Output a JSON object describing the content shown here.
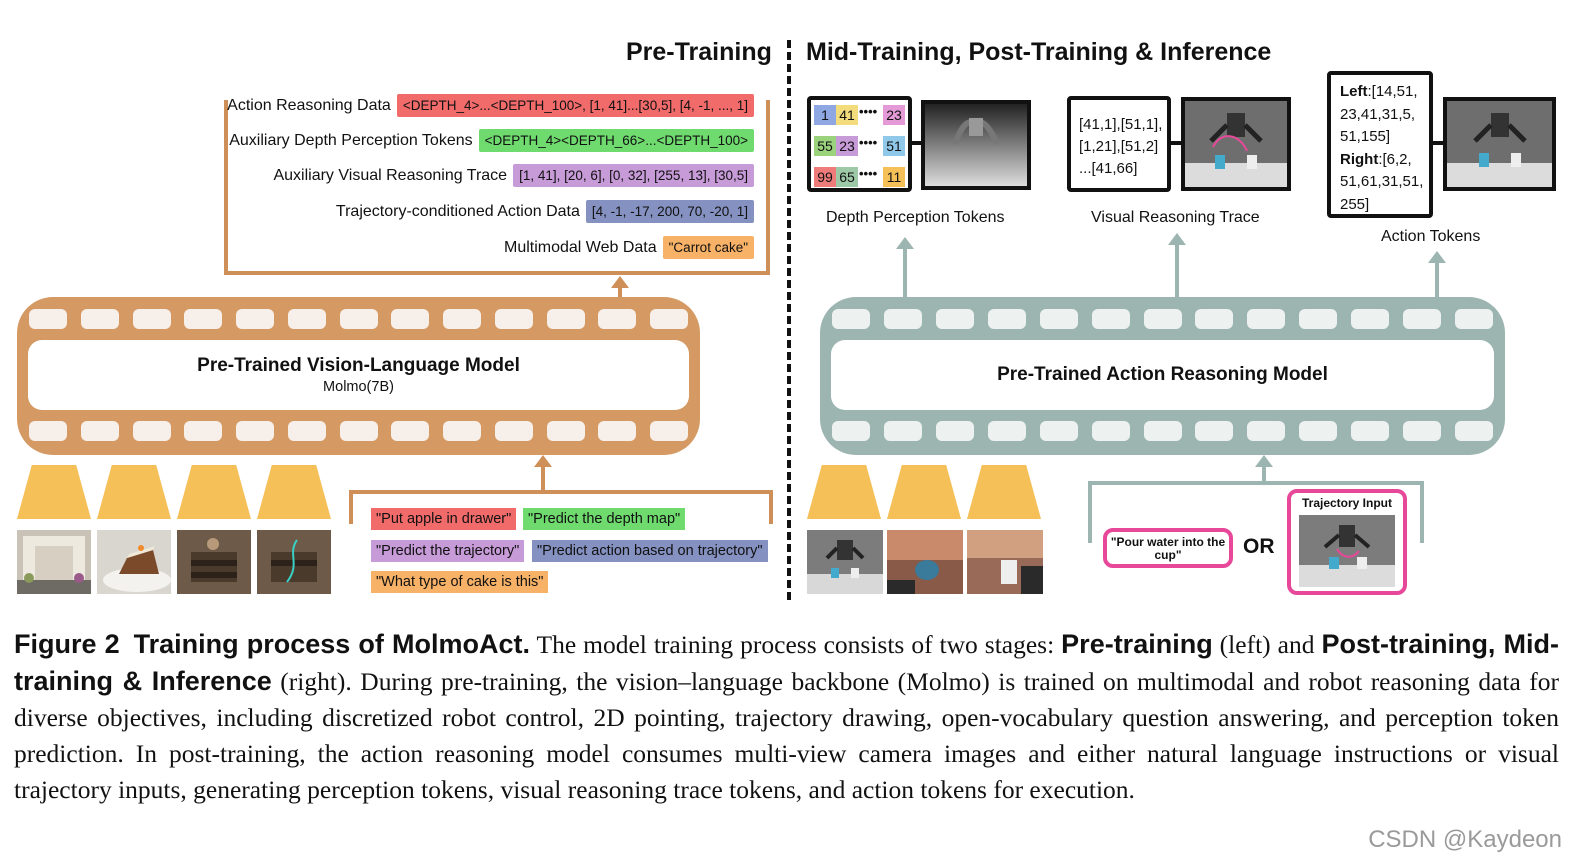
{
  "headers": {
    "left": "Pre-Training",
    "right": "Mid-Training, Post-Training & Inference"
  },
  "pretrain_data": [
    {
      "label": "Action Reasoning Data",
      "value": "<DEPTH_4>...<DEPTH_100>, [1, 41]...[30,5], [4, -1, ..., 1]",
      "color": "#f26b6b"
    },
    {
      "label": "Auxiliary Depth Perception Tokens",
      "value": "<DEPTH_4><DEPTH_66>...<DEPTH_100>",
      "color": "#6fdb6f"
    },
    {
      "label": "Auxiliary Visual Reasoning Trace",
      "value": "[1, 41], [20, 6], [0, 32], [255, 13], [30,5]",
      "color": "#c79ad8"
    },
    {
      "label": "Trajectory-conditioned Action Data",
      "value": "[4, -1, -17, 200, 70, -20, 1]",
      "color": "#8591c0"
    },
    {
      "label": "Multimodal Web Data",
      "value": "\"Carrot cake\"",
      "color": "#f7b267"
    }
  ],
  "left_model": {
    "title": "Pre-Trained Vision-Language Model",
    "subtitle": "Molmo(7B)",
    "color": "#d59a63"
  },
  "right_model": {
    "title": "Pre-Trained Action Reasoning Model",
    "color": "#9cb5b0"
  },
  "prompts": [
    {
      "text": "\"Put apple in drawer\"",
      "color": "#f26b6b"
    },
    {
      "text": "\"Predict the depth map\"",
      "color": "#6fdb6f"
    },
    {
      "text": "\"Predict the trajectory\"",
      "color": "#c79ad8"
    },
    {
      "text": "\"Predict action based on trajectory\"",
      "color": "#8591c0"
    },
    {
      "text": "\"What type of cake is this\"",
      "color": "#f7b267"
    }
  ],
  "outputs": {
    "depth": {
      "caption": "Depth Perception Tokens",
      "rows": [
        [
          {
            "v": "1",
            "c": "#8fa7e3"
          },
          {
            "v": "41",
            "c": "#f2dc7b"
          },
          {
            "v": "23",
            "c": "#e49ad6"
          }
        ],
        [
          {
            "v": "55",
            "c": "#9ad37c"
          },
          {
            "v": "23",
            "c": "#c79ad8"
          },
          {
            "v": "51",
            "c": "#8fc8e8"
          }
        ],
        [
          {
            "v": "99",
            "c": "#f07b7b"
          },
          {
            "v": "65",
            "c": "#9ec9a6"
          },
          {
            "v": "11",
            "c": "#f5c057"
          }
        ]
      ],
      "dots": "••••"
    },
    "trace": {
      "caption": "Visual Reasoning Trace",
      "lines": [
        "[41,1],[51,1],",
        "[1,21],[51,2]",
        "...[41,66]"
      ]
    },
    "action": {
      "caption": "Action Tokens",
      "left_label": "Left",
      "left_vals": [
        ":[14,51,",
        "23,41,31,5,",
        "51,155]"
      ],
      "right_label": "Right",
      "right_vals": [
        ":[6,2,",
        "51,61,31,51,",
        "255]"
      ]
    }
  },
  "inputs": {
    "instruction": "\"Pour water into the cup\"",
    "or": "OR",
    "trajectory_label": "Trajectory Input",
    "border": "#e8489a"
  },
  "caption": {
    "fig": "Figure 2",
    "title": "Training process of MolmoAct.",
    "t1": " The model training process consists of two stages: ",
    "b1": "Pre-training",
    "t2": " (left) and ",
    "b2": "Post-training, Mid-training & Inference",
    "t3": " (right). During pre-training, the vision–language backbone (Molmo) is trained on multimodal and robot reasoning data for diverse objectives, including discretized robot control, 2D pointing, trajectory drawing, open-vocabulary question answering, and perception token prediction. In post-training, the action reasoning model consumes multi-view camera images and either natural language instructions or visual trajectory inputs, generating perception tokens, visual reasoning trace tokens, and action tokens for execution."
  },
  "watermark": "CSDN @Kaydeon"
}
